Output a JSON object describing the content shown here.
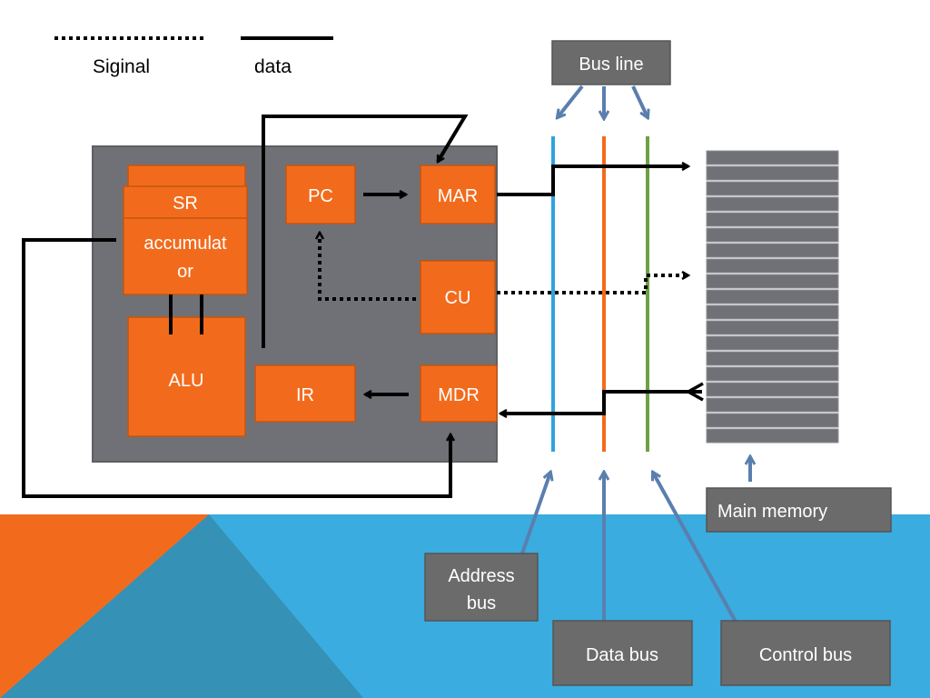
{
  "legend": {
    "signal_label": "Siginal",
    "data_label": "data"
  },
  "cpu": {
    "sr_label": "SR",
    "accumulator_label_line1": "accumulat",
    "accumulator_label_line2": "or",
    "alu_label": "ALU",
    "pc_label": "PC",
    "mar_label": "MAR",
    "cu_label": "CU",
    "ir_label": "IR",
    "mdr_label": "MDR"
  },
  "bus": {
    "bus_line_label": "Bus line",
    "address_bus_line1": "Address",
    "address_bus_line2": "bus",
    "data_bus_label": "Data bus",
    "control_bus_label": "Control bus"
  },
  "memory": {
    "label": "Main memory"
  },
  "colors": {
    "orange": "#F26B1D",
    "blue_band": "#3AACDF",
    "teal_triangle": "#3591B5",
    "cpu_gray": "#707176",
    "box_gray": "#6B6B6B",
    "address_line": "#2EA3E0",
    "data_line": "#F26B1D",
    "control_line": "#6EA046",
    "pointer_arrow": "#5A7FAE"
  }
}
